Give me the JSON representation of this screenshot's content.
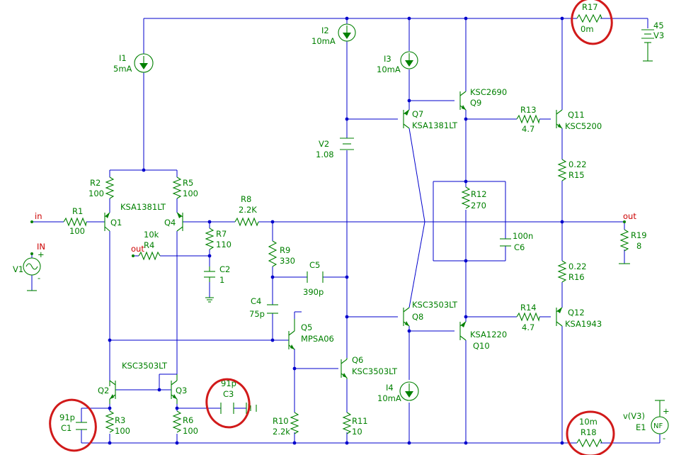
{
  "components": {
    "R17": {
      "name": "R17",
      "value": "0m"
    },
    "V3": {
      "value": "45",
      "name": "V3"
    },
    "I1": {
      "name": "I1",
      "value": "5mA"
    },
    "I2": {
      "name": "I2",
      "value": "10mA"
    },
    "I3": {
      "name": "I3",
      "value": "10mA"
    },
    "I4": {
      "name": "I4",
      "value": "10mA"
    },
    "Q1": {
      "name": "Q1"
    },
    "Q4": {
      "name": "Q4"
    },
    "Q2": {
      "name": "Q2"
    },
    "Q3": {
      "name": "Q3"
    },
    "pair_top": {
      "model": "KSA1381LT"
    },
    "pair_bottom": {
      "model": "KSC3503LT"
    },
    "Q5": {
      "name": "Q5",
      "model": "MPSA06"
    },
    "Q6": {
      "name": "Q6",
      "model": "KSC3503LT"
    },
    "Q7": {
      "name": "Q7",
      "model": "KSA1381LT"
    },
    "Q8": {
      "name": "Q8",
      "model": "KSC3503LT"
    },
    "Q9": {
      "name": "Q9",
      "model": "KSC2690"
    },
    "Q10": {
      "name": "Q10",
      "model": "KSA1220"
    },
    "Q11": {
      "name": "Q11",
      "model": "KSC5200"
    },
    "Q12": {
      "name": "Q12",
      "model": "KSA1943"
    },
    "R1": {
      "name": "R1",
      "value": "100"
    },
    "R2": {
      "name": "R2",
      "value": "100"
    },
    "R3": {
      "name": "R3",
      "value": "100"
    },
    "R4": {
      "name": "R4",
      "value": "10k"
    },
    "R5": {
      "name": "R5",
      "value": "100"
    },
    "R6": {
      "name": "R6",
      "value": "100"
    },
    "R7": {
      "name": "R7",
      "value": "110"
    },
    "R8": {
      "name": "R8",
      "value": "2.2K"
    },
    "R9": {
      "name": "R9",
      "value": "330"
    },
    "R10": {
      "name": "R10",
      "value": "2.2k"
    },
    "R11": {
      "name": "R11",
      "value": "10"
    },
    "R12": {
      "name": "R12",
      "value": "270"
    },
    "R13": {
      "name": "R13",
      "value": "4.7"
    },
    "R14": {
      "name": "R14",
      "value": "4.7"
    },
    "R15": {
      "value": "0.22",
      "name": "R15"
    },
    "R16": {
      "value": "0.22",
      "name": "R16"
    },
    "R18": {
      "value": "10m",
      "name": "R18"
    },
    "R19": {
      "name": "R19",
      "value": "8"
    },
    "C1": {
      "value": "91p",
      "name": "C1"
    },
    "C2": {
      "name": "C2",
      "value": "1"
    },
    "C3": {
      "value": "91p",
      "name": "C3"
    },
    "C4": {
      "name": "C4",
      "value": "75p"
    },
    "C5": {
      "name": "C5",
      "value": "390p"
    },
    "C6": {
      "value": "100n",
      "name": "C6"
    },
    "V1": {
      "name": "V1",
      "plus": "+",
      "minus": "-"
    },
    "V2": {
      "name": "V2",
      "value": "1.08"
    },
    "E1": {
      "expr": "v(V3)",
      "name": "E1",
      "symbol": "NF",
      "plus": "+",
      "minus": "-"
    }
  },
  "nets": {
    "in": "in",
    "IN": "IN",
    "out_feedback": "out",
    "out": "out"
  },
  "highlight_color": "#d11a1a",
  "wire_color": "#0000cc",
  "component_color": "#008000"
}
